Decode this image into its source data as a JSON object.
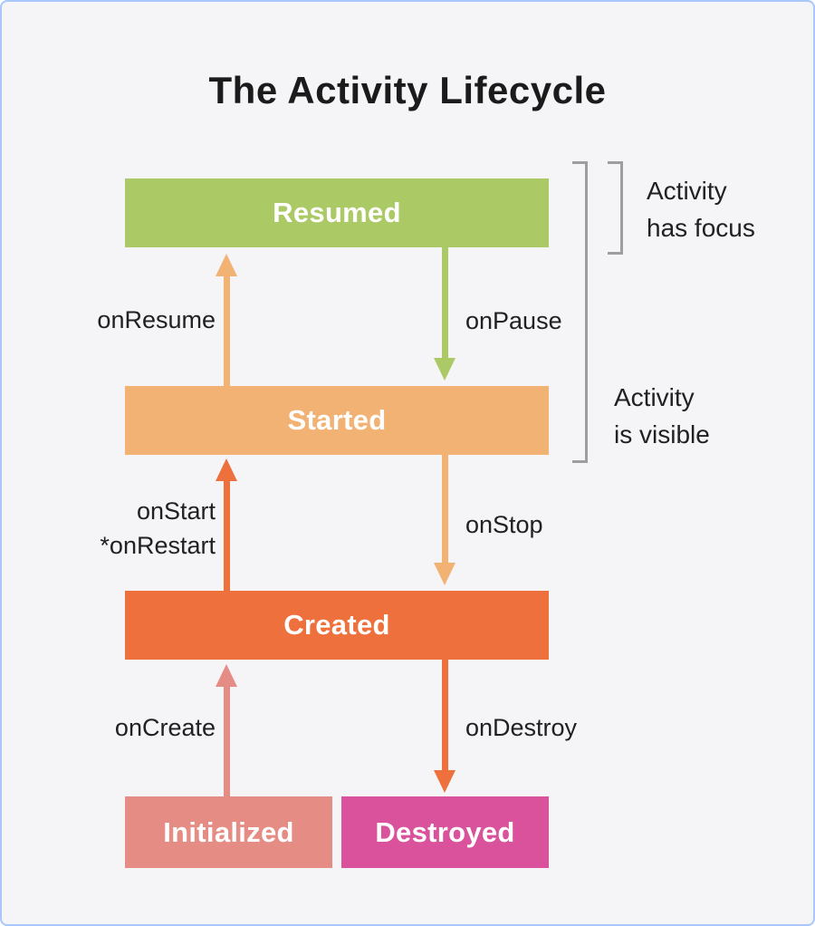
{
  "title": "The Activity Lifecycle",
  "colors": {
    "resumed": "#ABC965",
    "started": "#F2B274",
    "created": "#EE703C",
    "initialized": "#E58D84",
    "destroyed": "#D9529B",
    "bracket": "#9E9E9E",
    "background": "#F5F4F7",
    "page_border": "#A9C7FA",
    "box_text": "#FFFFFF",
    "label_text": "#202124"
  },
  "states": {
    "resumed": {
      "label": "Resumed"
    },
    "started": {
      "label": "Started"
    },
    "created": {
      "label": "Created"
    },
    "initialized": {
      "label": "Initialized"
    },
    "destroyed": {
      "label": "Destroyed"
    }
  },
  "callbacks": {
    "onResume": {
      "label": "onResume"
    },
    "onPause": {
      "label": "onPause"
    },
    "onStart": {
      "line1": "onStart",
      "line2": "*onRestart"
    },
    "onStop": {
      "label": "onStop"
    },
    "onCreate": {
      "label": "onCreate"
    },
    "onDestroy": {
      "label": "onDestroy"
    }
  },
  "annotations": {
    "has_focus": {
      "line1": "Activity",
      "line2": "has focus"
    },
    "is_visible": {
      "line1": "Activity",
      "line2": "is visible"
    }
  }
}
